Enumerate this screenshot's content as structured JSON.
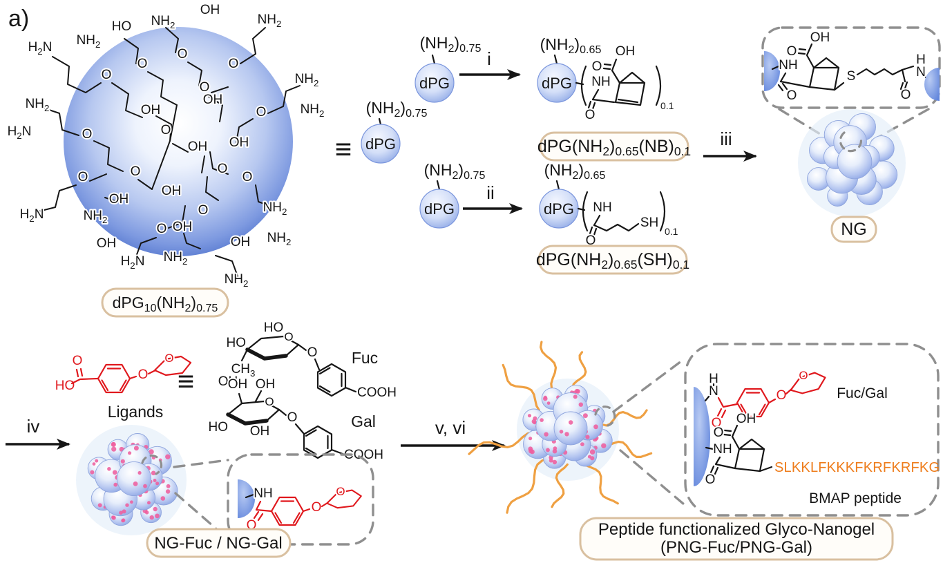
{
  "panel_label": "a)",
  "colors": {
    "red": "#e0181d",
    "orange": "#ee7c1b",
    "arm_orange": "#efa042",
    "pink": "#ee5f9e",
    "blue_edge": "#4f72cc",
    "node_edge": "#7b96dd",
    "tan": "#d9c0a0",
    "box_fill": "#fffdf9",
    "dash": "#8f8f8f",
    "ink": "#161616"
  },
  "nodes": {
    "dpg": "dPG"
  },
  "equiv": "≡",
  "formulas": {
    "nh2_075": "(NH_{2})_{0.75}",
    "nh2_065": "(NH_{2})_{0.65}",
    "dpg10": "dPG_{10}(NH_{2})_{0.75}",
    "dpg_nb": "dPG(NH_{2})_{0.65}(NB)_{0.1}",
    "dpg_sh": "dPG(NH_{2})_{0.65}(SH)_{0.1}",
    "sub01": "0.1"
  },
  "atoms": {
    "nh2": "NH_{2}",
    "h2n": "H_{2}N",
    "oh": "OH",
    "ho": "HO",
    "o": "O",
    "nh": "NH",
    "n": "N",
    "h": "H",
    "s": "S",
    "sh": "SH",
    "ch3": "CH_{3}",
    "cooh": "COOH"
  },
  "steps": {
    "i": "i",
    "ii": "ii",
    "iii": "iii",
    "iv": "iv",
    "v_vi": "v, vi"
  },
  "labels": {
    "ng": "NG",
    "ligands": "Ligands",
    "fuc": "Fuc",
    "gal": "Gal",
    "ng_fuc_gal": "NG-Fuc / NG-Gal",
    "fuc_gal": "Fuc/Gal",
    "bmap": "BMAP peptide",
    "peptide": "SLKKLFKKKFKRFKRFKG",
    "png_line1": "Peptide functionalized Glyco-Nanogel",
    "png_line2": "(PNG-Fuc/PNG-Gal)"
  }
}
